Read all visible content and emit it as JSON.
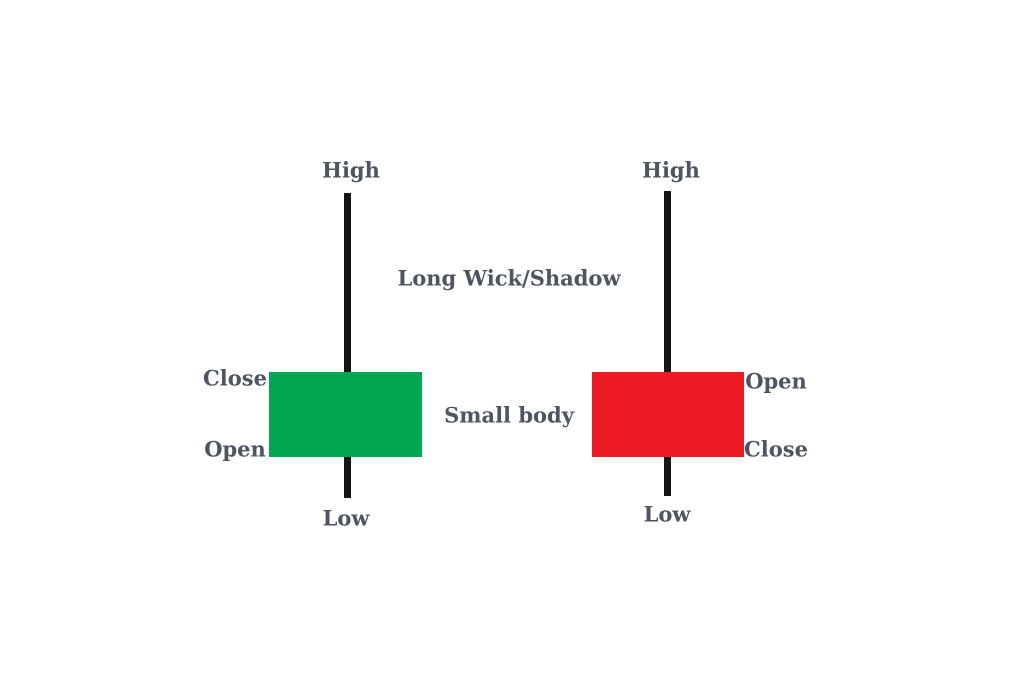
{
  "figure": {
    "background": "#ffffff",
    "label_color": "#4d5560",
    "wick_color": "#161616",
    "annotations": {
      "long_wick": "Long Wick/Shadow",
      "small_body": "Small body"
    },
    "candles": [
      {
        "type": "bullish",
        "body_color": "#00a651",
        "high": "High",
        "low": "Low",
        "open": "Open",
        "close": "Close"
      },
      {
        "type": "bearish",
        "body_color": "#ed1c24",
        "high": "High",
        "low": "Low",
        "open": "Open",
        "close": "Close"
      }
    ]
  }
}
